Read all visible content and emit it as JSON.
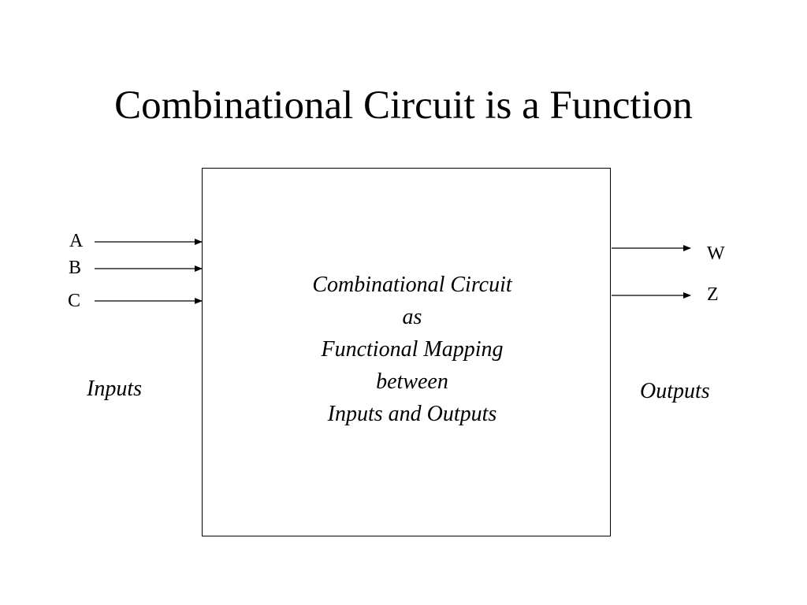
{
  "title": "Combinational Circuit is a Function",
  "box": {
    "lines": [
      "Combinational Circuit",
      "as",
      "Functional Mapping",
      "between",
      "Inputs and Outputs"
    ]
  },
  "inputs": {
    "caption": "Inputs",
    "signals": [
      "A",
      "B",
      "C"
    ]
  },
  "outputs": {
    "caption": "Outputs",
    "signals": [
      "W",
      "Z"
    ]
  }
}
